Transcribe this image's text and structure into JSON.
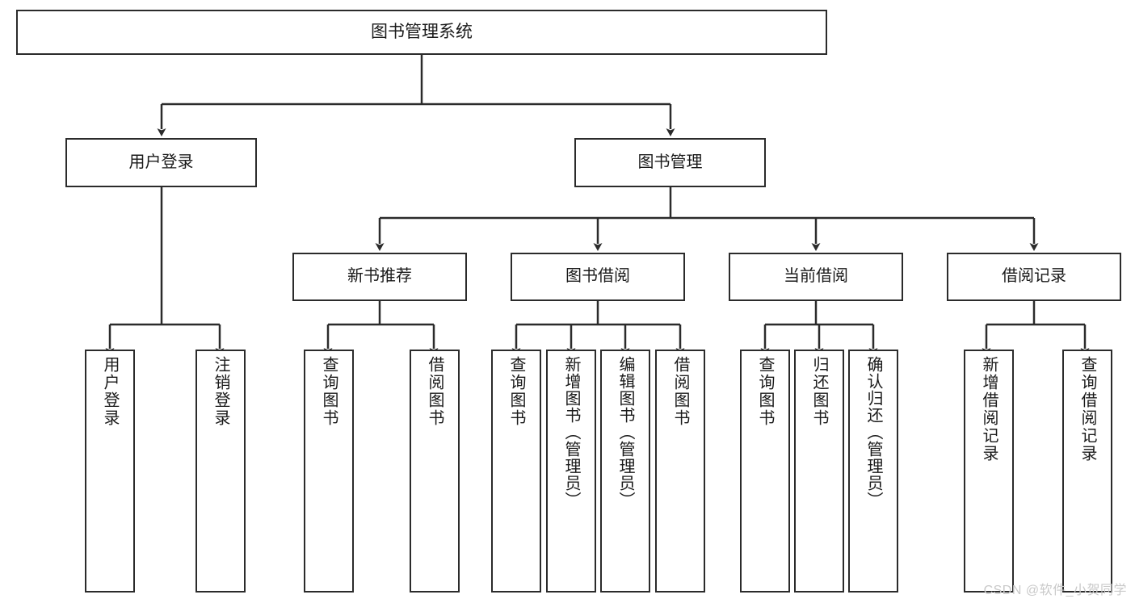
{
  "diagram": {
    "title": "图书管理系统",
    "type": "tree-hierarchy-diagram",
    "watermark": "CSDN @软件_小贺同学",
    "line_color": "#2b2b2b",
    "box_fill": "#ffffff",
    "text_color": "#1a1a1a"
  },
  "nodes": {
    "root": {
      "label": "图书管理系统"
    },
    "level1": [
      {
        "label": "用户登录"
      },
      {
        "label": "图书管理"
      }
    ],
    "level2": [
      {
        "label": "新书推荐"
      },
      {
        "label": "图书借阅"
      },
      {
        "label": "当前借阅"
      },
      {
        "label": "借阅记录"
      }
    ],
    "leaves": {
      "user_login": [
        {
          "label": "用户登录"
        },
        {
          "label": "注销登录"
        }
      ],
      "new_book": [
        {
          "label": "查询图书"
        },
        {
          "label": "借阅图书"
        }
      ],
      "book_borrow": [
        {
          "label": "查询图书"
        },
        {
          "label": "新增图书（管理员）"
        },
        {
          "label": "编辑图书（管理员）"
        },
        {
          "label": "借阅图书"
        }
      ],
      "current_borrow": [
        {
          "label": "查询图书"
        },
        {
          "label": "归还图书"
        },
        {
          "label": "确认归还（管理员）"
        }
      ],
      "borrow_record": [
        {
          "label": "新增借阅记录"
        },
        {
          "label": "查询借阅记录"
        }
      ]
    }
  }
}
